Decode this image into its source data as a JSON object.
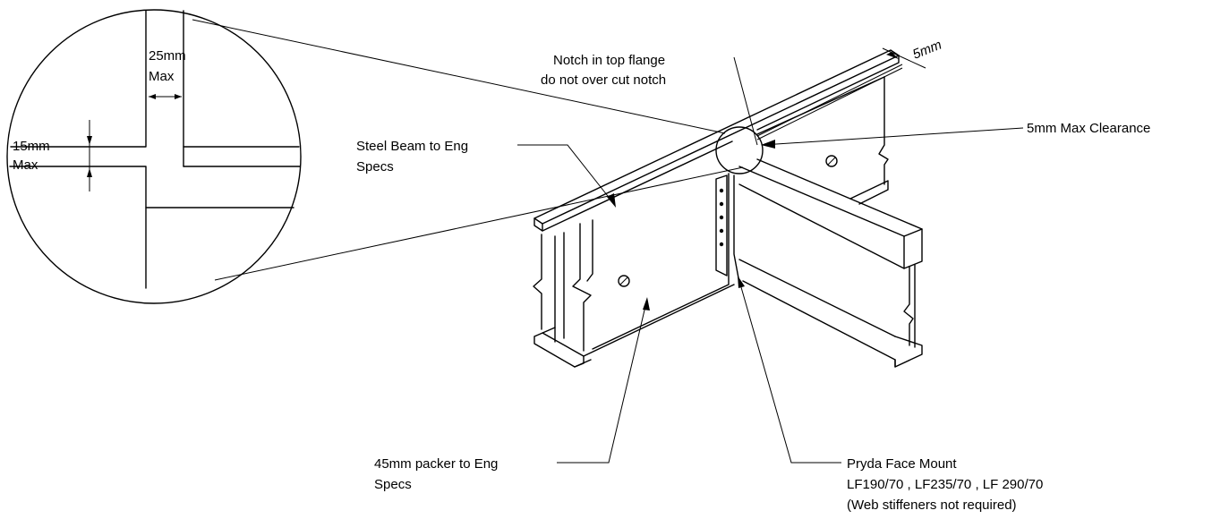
{
  "labels": {
    "notch_line1": "Notch in top flange",
    "notch_line2": "do not over cut notch",
    "dim_5mm": "5mm",
    "clearance": "5mm Max Clearance",
    "steel_beam_line1": "Steel Beam to Eng",
    "steel_beam_line2": "Specs",
    "packer_line1": "45mm packer to Eng",
    "packer_line2": "Specs",
    "pryda_line1": "Pryda Face Mount",
    "pryda_line2": "LF190/70 , LF235/70 , LF 290/70",
    "pryda_line3": "(Web stiffeners not required)"
  },
  "detail": {
    "width_value": "25mm",
    "width_max": "Max",
    "depth_value": "15mm",
    "depth_max": "Max"
  }
}
